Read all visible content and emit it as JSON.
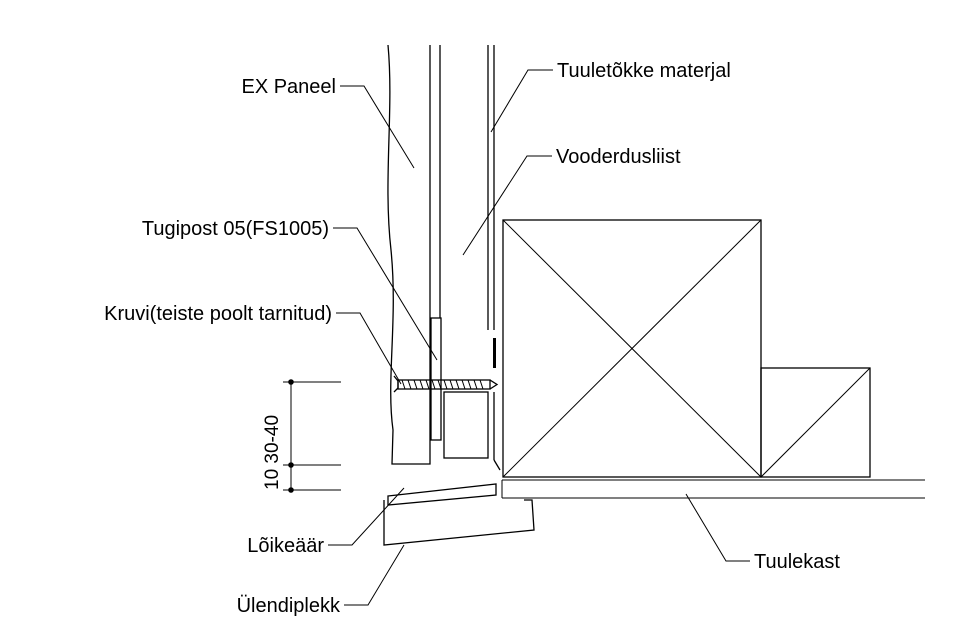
{
  "labels": {
    "ex_paneel": "EX Paneel",
    "tugipost": "Tugipost 05(FS1005)",
    "kruvi": "Kruvi(teiste poolt tarnitud)",
    "loikeaar": "Lõikeäär",
    "ulendiplekk": "Ülendiplekk",
    "tuuletokke": "Tuuletõkke materjal",
    "vooderdusliist": "Vooderdusliist",
    "tuulekast": "Tuulekast"
  },
  "dimension": {
    "text": "10 30-40"
  }
}
